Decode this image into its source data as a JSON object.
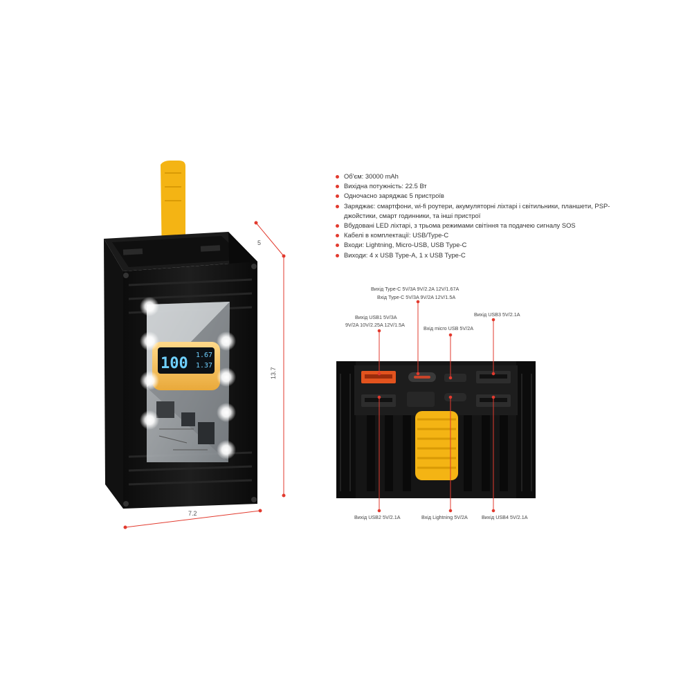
{
  "specs": [
    "Об'єм: 30000 mAh",
    "Вихідна потужність: 22.5 Вт",
    "Одночасно заряджає 5 пристроїв",
    "Заряджає: смартфони, wi-fi роутери, акумуляторні ліхтарі і світильники, планшети, PSP-джойстики, смарт годинники, та інші пристрої",
    "Вбудовані LED ліхтарі, з трьома режимами світіння та подачею сигналу SOS",
    "Кабелі в комплектації: USB/Type-C",
    "Входи: Lightning, Micro-USB, USB Type-C",
    "Виходи: 4 x USB Type-A, 1 x USB Type-C"
  ],
  "dimensions": {
    "depth": "5",
    "height": "13.7",
    "width": "7.2"
  },
  "display": {
    "percent": "100",
    "volt": "1.67",
    "amp": "1.37"
  },
  "ports": {
    "typec_out": "Вихід Type-C 5V/3A 9V/2.2A  12V/1.67A",
    "typec_in": "Вхід Type-C 5V/3A 9V/2A  12V/1.5A",
    "usb1_line1": "Вихід USB1 5V/3A",
    "usb1_line2": "9V/2A  10V/2.25A  12V/1.5A",
    "usb3": "Вихід USB3 5V/2.1A",
    "micro": "Вхід micro USB 5V/2A",
    "usb2": "Вихід USB2 5V/2.1A",
    "lightning": "Вхід Lightning 5V/2A",
    "usb4": "Вихід USB4 5V/2.1A"
  },
  "colors": {
    "accent": "#e23a2e",
    "body": "#141414",
    "strap": "#f4b414",
    "screen_digits": "#6fd0ff"
  }
}
